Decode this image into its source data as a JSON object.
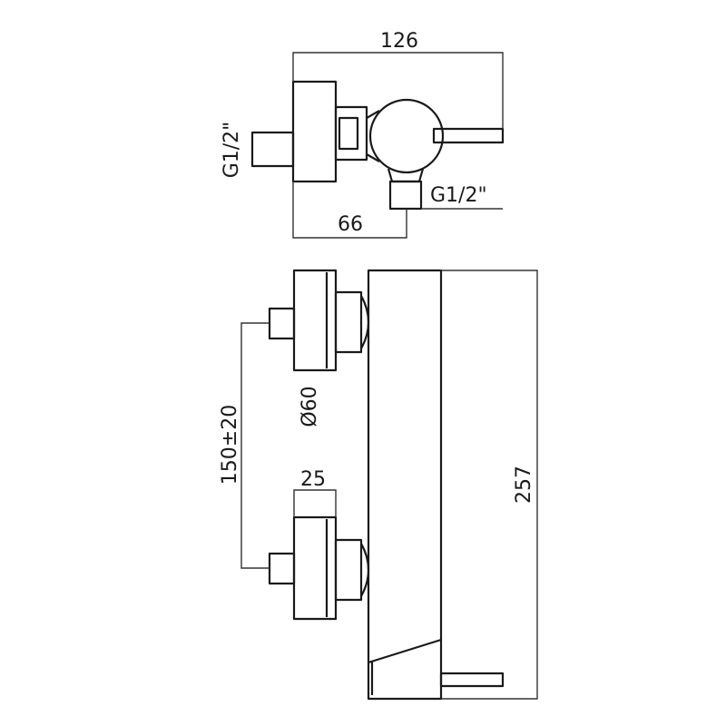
{
  "diagram": {
    "type": "technical-drawing",
    "subject": "wall-mounted shower mixer",
    "views": [
      "top",
      "front"
    ]
  },
  "dimensions": {
    "overall_depth": "126",
    "wall_to_outlet": "66",
    "inlet_thread": "G1/2\"",
    "outlet_thread": "G1/2\"",
    "connection_centers": "150±20",
    "eccentric_width": "25",
    "flange_diameter": "Ø60",
    "body_height": "257"
  },
  "colors": {
    "line": "#1a1a1a",
    "dimension": "#333333",
    "background": "#ffffff"
  }
}
